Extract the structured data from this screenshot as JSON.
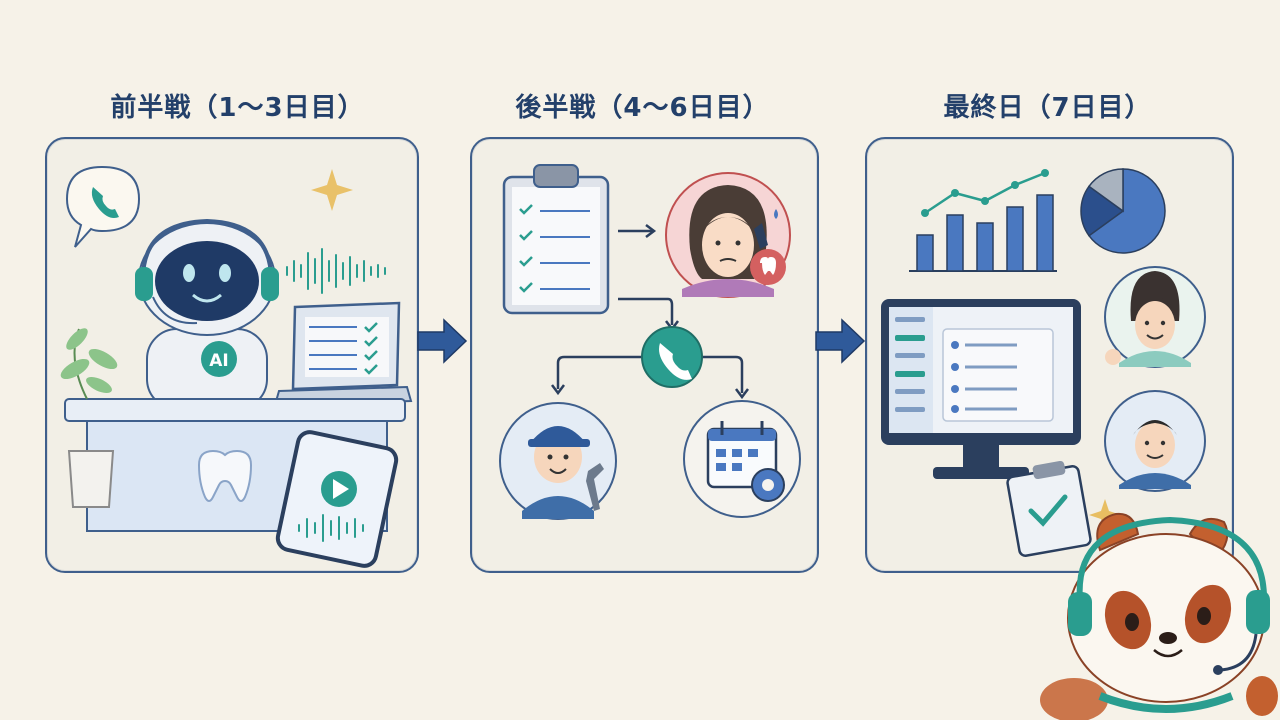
{
  "phases": [
    {
      "title": "前半戦（1〜3日目）"
    },
    {
      "title": "後半戦（4〜6日目）"
    },
    {
      "title": "最終日（7日目）"
    }
  ],
  "robot": {
    "badge": "AI"
  },
  "colors": {
    "ink": "#23406a",
    "border": "#3f5f8c",
    "teal": "#2a9d8f",
    "blue": "#4a78c0",
    "paper": "#f6f2e8",
    "pink": "#f3c9c9",
    "green": "#8cc48a",
    "gold": "#e6b54a",
    "panda_red": "#c3602f"
  },
  "chart": {
    "bars": [
      0.45,
      0.7,
      0.6,
      0.8,
      0.95
    ],
    "pie": [
      0.65,
      0.2,
      0.15
    ]
  }
}
